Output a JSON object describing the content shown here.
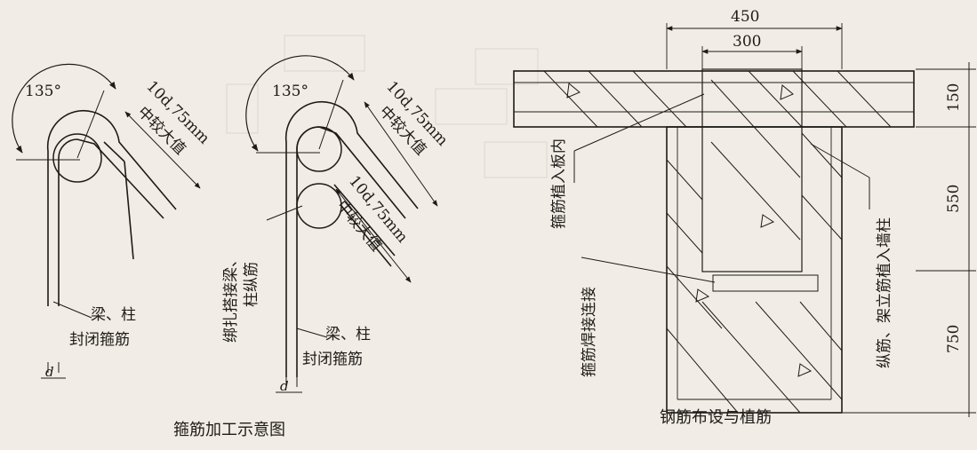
{
  "left_figure": {
    "caption": "箍筋加工示意图",
    "single_angle": "135°",
    "single_hook_note_a": "10d,75mm",
    "single_hook_note_b": "中较大值",
    "single_bar_label_1": "梁、柱",
    "single_bar_label_2": "封闭箍筋",
    "single_d": "d",
    "double_angle": "135°",
    "double_hook_note_a": "10d,75mm",
    "double_hook_note_b": "中较大值",
    "double_hook2_note_a": "10d,75mm",
    "double_hook2_note_b": "中较大值",
    "double_side_note_1": "绑扎搭接梁、",
    "double_side_note_2": "柱纵筋",
    "double_bar_label_1": "梁、柱",
    "double_bar_label_2": "封闭箍筋",
    "double_d": "d"
  },
  "right_figure": {
    "caption": "钢筋布设与植筋",
    "dim_450": "450",
    "dim_300": "300",
    "dim_150": "150",
    "dim_550": "550",
    "dim_750": "750",
    "note_stirrup_into_slab": "箍筋植入板内",
    "note_stirrup_weld": "箍筋焊接连接",
    "note_long_bars": "纵筋、架立筋植入墙柱"
  }
}
